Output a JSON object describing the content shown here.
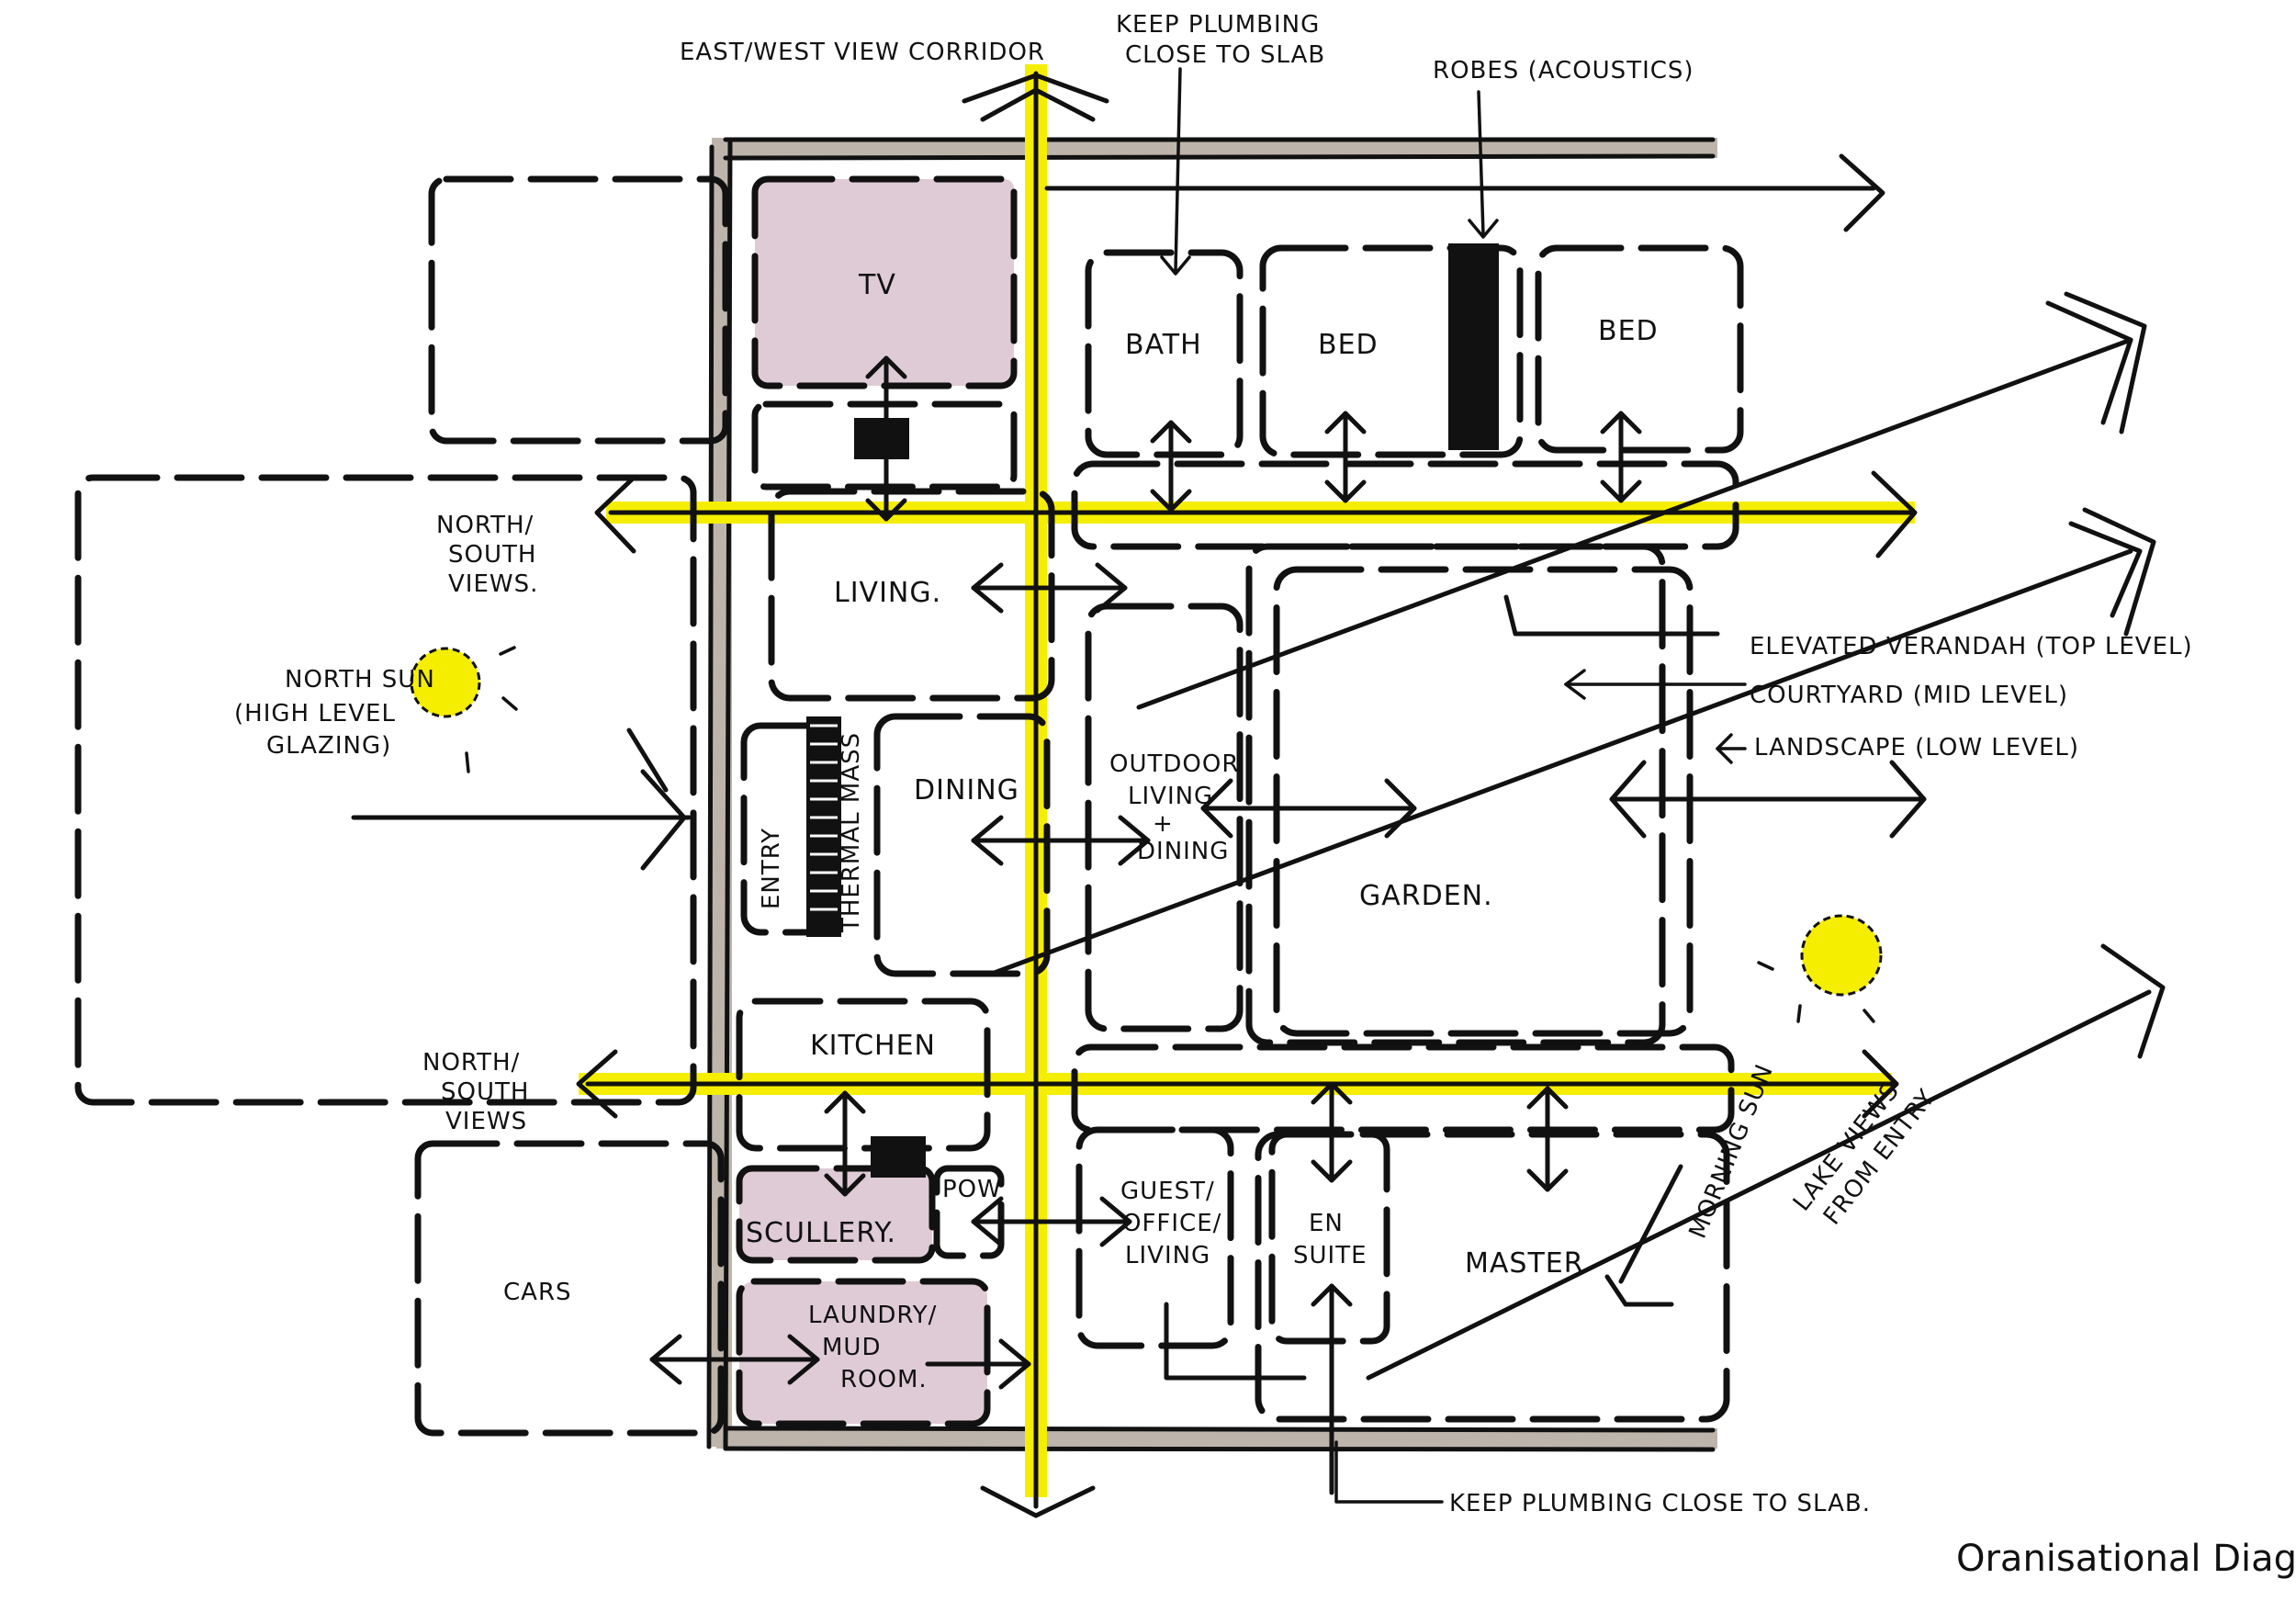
{
  "rooms": {
    "tv": "TV",
    "bath": "BATH",
    "bed_1": "BED",
    "bed_2": "BED",
    "living": "LIVING.",
    "entry": "ENTRY",
    "thermal_mass": "THERMAL MASS",
    "dining": "DINING",
    "outdoor_living_1": "OUTDOOR",
    "outdoor_living_2": "LIVING",
    "outdoor_living_3": "+",
    "outdoor_living_4": "DINING",
    "garden": "GARDEN.",
    "kitchen": "KITCHEN",
    "scullery": "SCULLERY.",
    "powder": "POW",
    "guest_1": "GUEST/",
    "guest_2": "OFFICE/",
    "guest_3": "LIVING",
    "ensuite_1": "EN",
    "ensuite_2": "SUITE",
    "master": "MASTER",
    "laundry_1": "LAUNDRY/",
    "laundry_2": "MUD",
    "laundry_3": "ROOM.",
    "cars": "CARS"
  },
  "annotations": {
    "view_corridor": "EAST/WEST VIEW CORRIDOR",
    "plumbing_top_1": "KEEP PLUMBING",
    "plumbing_top_2": "CLOSE TO SLAB",
    "robes": "ROBES (ACOUSTICS)",
    "north_south_top_1": "NORTH/",
    "north_south_top_2": "SOUTH",
    "north_south_top_3": "VIEWS.",
    "north_sun_1": "NORTH SUN",
    "north_sun_2": "(HIGH LEVEL",
    "north_sun_3": "GLAZING)",
    "north_south_bottom_1": "NORTH/",
    "north_south_bottom_2": "SOUTH",
    "north_south_bottom_3": "VIEWS",
    "elevated_veranda": "ELEVATED VERANDAH (TOP LEVEL)",
    "courtyard": "COURTYARD (MID LEVEL)",
    "landscape": "LANDSCAPE (LOW LEVEL)",
    "morning_sun": "MORNING SUN",
    "lake_views_1": "LAKE VIEWS",
    "lake_views_2": "FROM ENTRY",
    "plumbing_bottom": "KEEP PLUMBING CLOSE TO SLAB."
  },
  "caption": "Oranisational Diagram",
  "colors": {
    "highlight": "#f5ee00",
    "wet_areas": "#d9c2cf",
    "wall_tone": "#bdb5ac",
    "ink": "#111111"
  }
}
